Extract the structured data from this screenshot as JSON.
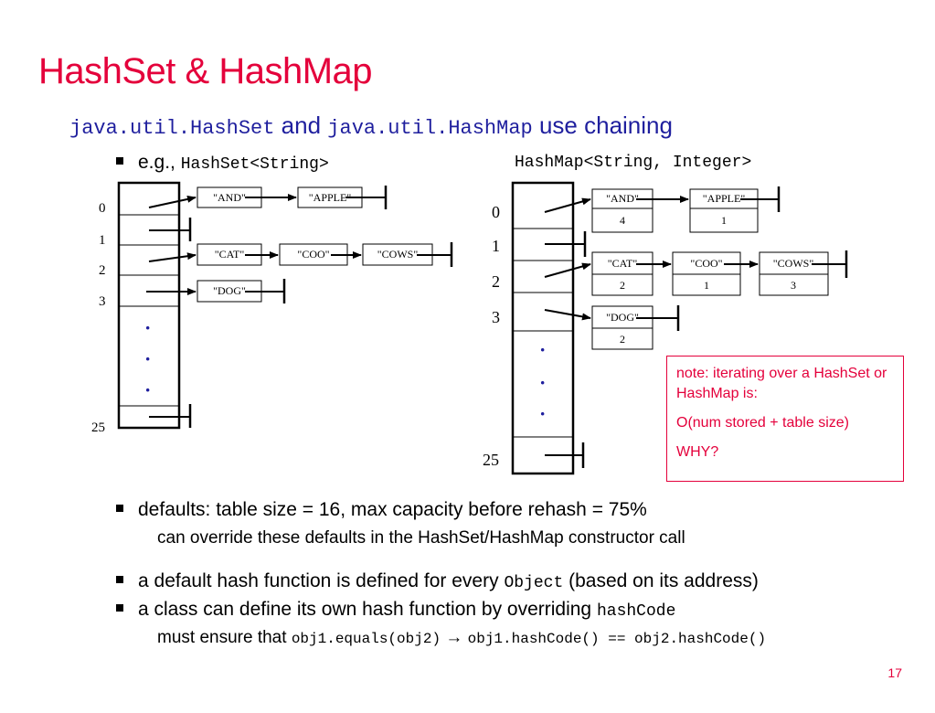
{
  "title": "HashSet & HashMap",
  "subtitle": {
    "code1": "java.util.HashSet",
    "word_and": "and",
    "code2": "java.util.HashMap",
    "suffix": "use chaining"
  },
  "eg_bullet": {
    "label": "e.g.,",
    "code": "HashSet<String>",
    "map_code": "HashMap<String, Integer>"
  },
  "hashset_diagram": {
    "indices": [
      "0",
      "1",
      "2",
      "3",
      "25"
    ],
    "dots": [
      "·",
      "·",
      "·"
    ],
    "chains": [
      [
        "\"AND\"",
        "\"APPLE\""
      ],
      [],
      [
        "\"CAT\"",
        "\"COO\"",
        "\"COWS\""
      ],
      [
        "\"DOG\""
      ]
    ]
  },
  "hashmap_diagram": {
    "indices": [
      "0",
      "1",
      "2",
      "3",
      "25"
    ],
    "dots": [
      "·",
      "·",
      "·"
    ],
    "chains": [
      [
        {
          "key": "\"AND\"",
          "value": "4"
        },
        {
          "key": "\"APPLE\"",
          "value": "1"
        }
      ],
      [],
      [
        {
          "key": "\"CAT\"",
          "value": "2"
        },
        {
          "key": "\"COO\"",
          "value": "1"
        },
        {
          "key": "\"COWS\"",
          "value": "3"
        }
      ],
      [
        {
          "key": "\"DOG\"",
          "value": "2"
        }
      ]
    ]
  },
  "note": {
    "line1": "note: iterating over a HashSet or HashMap is:",
    "line2": "O(num stored + table size)",
    "line3": "WHY?"
  },
  "bullets": {
    "defaults": "defaults: table size = 16, max capacity before rehash = 75%",
    "defaults_sub": "can override these defaults in the HashSet/HashMap constructor call",
    "hash_fn_prefix": "a default hash function is defined for every",
    "hash_fn_code": "Object",
    "hash_fn_suffix": "(based on its address)",
    "override_prefix": "a class can define its own hash function by overriding",
    "override_code": "hashCode",
    "must_prefix": "must ensure that",
    "must_code1": "obj1.equals(obj2)",
    "must_arrow": "→",
    "must_code2": "obj1.hashCode() == obj2.hashCode()"
  },
  "page_number": "17",
  "colors": {
    "title": "#e4003b",
    "subtitle": "#1f1f9e",
    "note": "#e4003b"
  }
}
